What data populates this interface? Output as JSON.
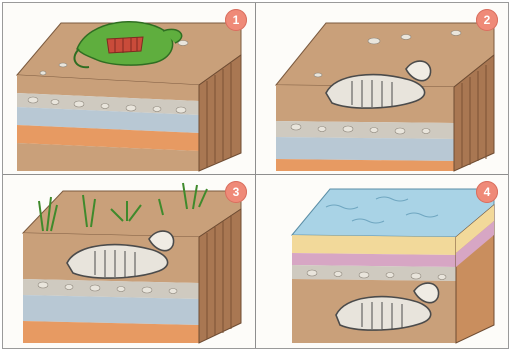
{
  "panels": [
    {
      "number": "1",
      "stage": "animal-on-surface"
    },
    {
      "number": "2",
      "stage": "skeleton-buried"
    },
    {
      "number": "3",
      "stage": "plants-grow-above"
    },
    {
      "number": "4",
      "stage": "covered-by-water-and-sediment"
    }
  ],
  "colors": {
    "badge": "#ef8a78",
    "soil": "#c9a07a",
    "soil_dark": "#a97752",
    "pebble": "#cfcac0",
    "blue_layer": "#b8c8d4",
    "orange_layer": "#e79a62",
    "water": "#a9d3e6",
    "lizard_green": "#5fae3e"
  }
}
